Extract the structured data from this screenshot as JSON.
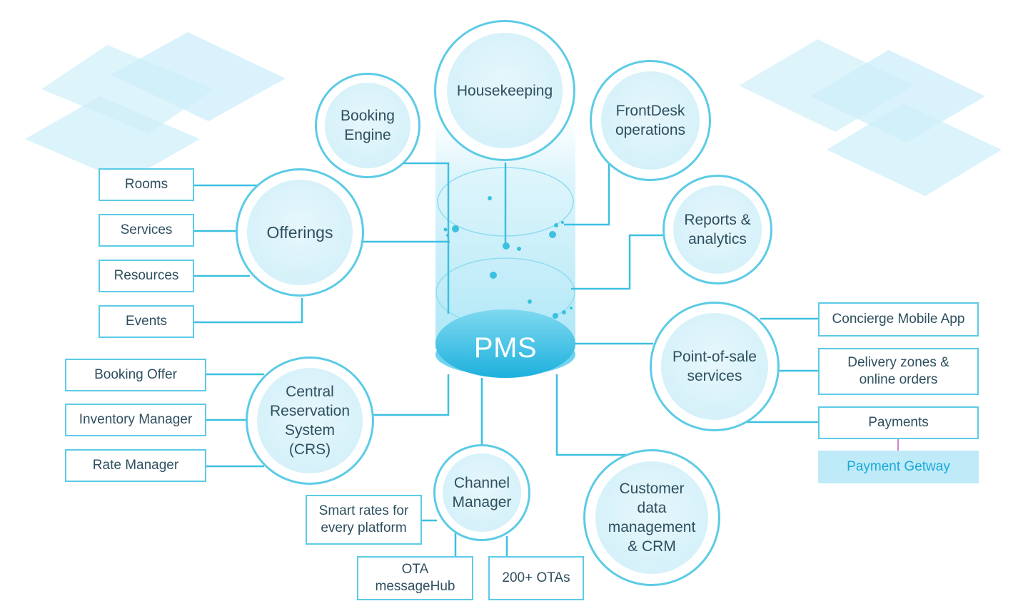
{
  "diagram": {
    "center": {
      "label": "PMS"
    },
    "circles": {
      "housekeeping": "Housekeeping",
      "booking_engine": "Booking\nEngine",
      "frontdesk": "FrontDesk\noperations",
      "offerings": "Offerings",
      "reports": "Reports &\nanalytics",
      "crs": "Central\nReservation\nSystem\n(CRS)",
      "pos": "Point-of-sale\nservices",
      "channel_manager": "Channel\nManager",
      "crm": "Customer\ndata\nmanagement\n& CRM"
    },
    "boxes": {
      "rooms": "Rooms",
      "services": "Services",
      "resources": "Resources",
      "events": "Events",
      "booking_offer": "Booking Offer",
      "inventory_manager": "Inventory Manager",
      "rate_manager": "Rate Manager",
      "concierge": "Concierge Mobile App",
      "delivery": "Delivery zones &\nonline orders",
      "payments": "Payments",
      "payment_gateway": "Payment Getway",
      "smart_rates": "Smart rates for\nevery platform",
      "ota_hub": "OTA\nmessageHub",
      "otas": "200+ OTAs"
    },
    "colors": {
      "line": "#3cc0e0",
      "circle_border": "#5ccbe6",
      "circle_fill": "#d6f1f9",
      "pms_fill": "#22b5df",
      "highlight_fill": "#bfeaf7",
      "highlight_text": "#1aa9d9",
      "gateway_link": "#c05ab8"
    }
  }
}
